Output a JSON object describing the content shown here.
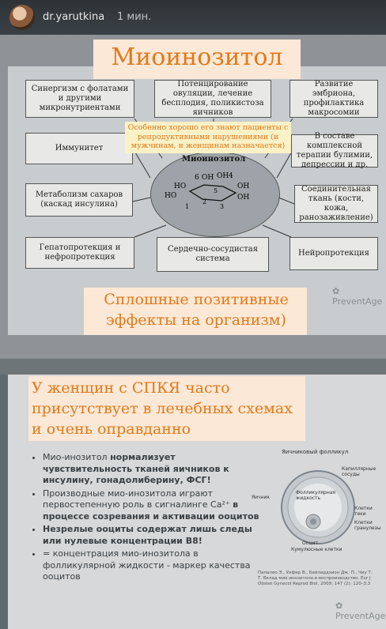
{
  "story": {
    "username": "dr.yarutkina",
    "time": "1 мин."
  },
  "slide1": {
    "title": "Миоинозитол",
    "hub": {
      "title": "Миоинозитол",
      "atoms": [
        "6",
        "OH",
        "OH",
        "4",
        "HO",
        "5",
        "OH",
        "HO",
        "1",
        "2",
        "3",
        "OH"
      ]
    },
    "nodes": [
      {
        "text": "Синергизм с фолатами и другими микронутриентами"
      },
      {
        "text": "Потенцирование овуляции, лечение бесплодия, поликистоза яичников"
      },
      {
        "text": "Развитие эмбриона, профилактика макросомии"
      },
      {
        "text": "Иммунитет"
      },
      {
        "text": "В составе комплексной терапии булимии, депрессии и др."
      },
      {
        "text": "Метаболизм сахаров (каскад инсулина)"
      },
      {
        "text": "Соединительная ткань (кости, кожа, ранозаживление)"
      },
      {
        "text": "Гепатопротекция и нефропротекция"
      },
      {
        "text": "Сердечно-сосудистая система"
      },
      {
        "text": "Нейропротекция"
      }
    ],
    "overlay_note": "Особенно хорошо его знают пациенты с репродуктивными нарушениями (и мужчинам, и женщинам назначается)",
    "effects_text": "Сплошные позитивные эффекты на организм)",
    "logo": "PreventAge"
  },
  "slide2": {
    "headline": "У женщин с СПКЯ часто присутствует в лечебных схемах и очень оправданно",
    "bullets": [
      {
        "plain": "Мио-инозитол ",
        "bold": "нормализует чувствительность тканей яичников к инсулину, гонадолиберину, ФСГ!",
        "rest": ""
      },
      {
        "plain": "Производные мио-инозитола играют первостепенную роль в сигналинге Ca²⁺ ",
        "bold": "в процессе созревания и активации ооцитов",
        "rest": ""
      },
      {
        "plain": "",
        "bold": "Незрелые ооциты содержат лишь следы или нулевые концентрации В8!",
        "rest": ""
      },
      {
        "plain": "= концентрация мио-инозитола в фолликулярной жидкости - маркер качества ооцитов",
        "bold": "",
        "rest": ""
      }
    ],
    "figure": {
      "title": "Яичниковый фолликул",
      "labels": [
        "Капиллярные сосуды",
        "Фолликулярная жидкость",
        "Яичник",
        "Клетки теки",
        "Клетки гранулезы",
        "Ооцит",
        "Кумулюсные клетки"
      ]
    },
    "reference": "Папалео Э., Унфер В., Бейлардзион Дж. П., Чиу Т. Т. Вклад мио-инозитола в воспроизводство. Eur J Obstet Gynecol Reprod Biol. 2009; 147 (2): 120–3.3",
    "logo": "PreventAge"
  }
}
